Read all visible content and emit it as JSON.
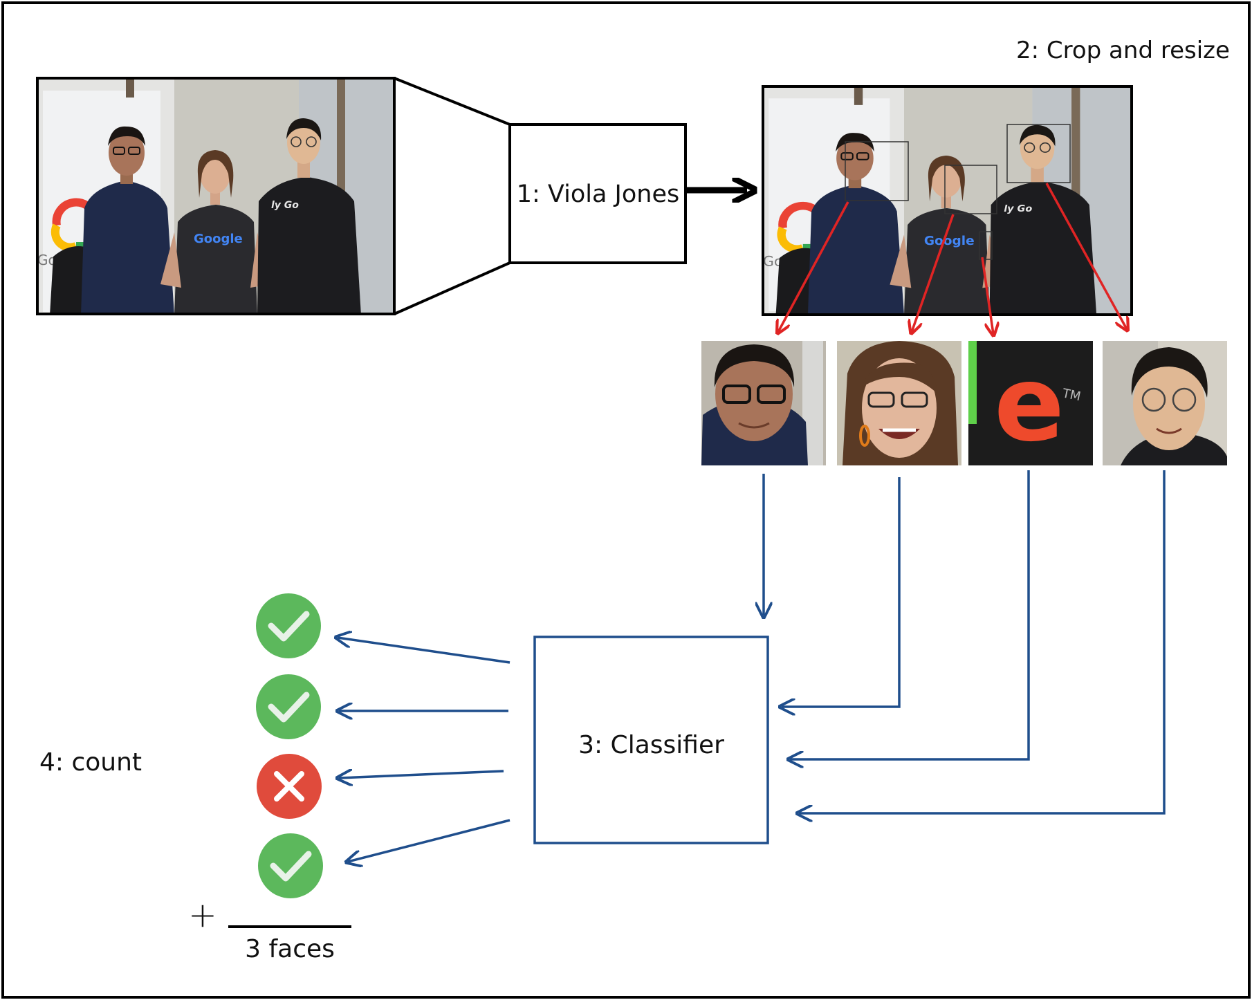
{
  "diagram": {
    "steps": {
      "step1_label": "1: Viola Jones",
      "step2_label": "2: Crop and resize",
      "step3_label": "3: Classifier",
      "step4_label": "4: count"
    },
    "input_photo": {
      "shirt_logo": "Google",
      "jacket_text": "ly Go"
    },
    "crops": [
      {
        "name": "crop-man-left",
        "kind": "face",
        "result": "pass"
      },
      {
        "name": "crop-woman",
        "kind": "face",
        "result": "pass"
      },
      {
        "name": "crop-letter-e",
        "kind": "not-face",
        "letter": "e",
        "mark": "TM",
        "result": "fail"
      },
      {
        "name": "crop-man-right",
        "kind": "face",
        "result": "pass"
      }
    ],
    "results": [
      "check",
      "check",
      "cross",
      "check"
    ],
    "sum": {
      "operator": "+",
      "total_label": "3 faces"
    },
    "colors": {
      "frame": "#000000",
      "red_arrow": "#e02424",
      "blue_arrow": "#1f4e8c",
      "check_green": "#5cb85c",
      "cross_red": "#e04b3c"
    }
  }
}
